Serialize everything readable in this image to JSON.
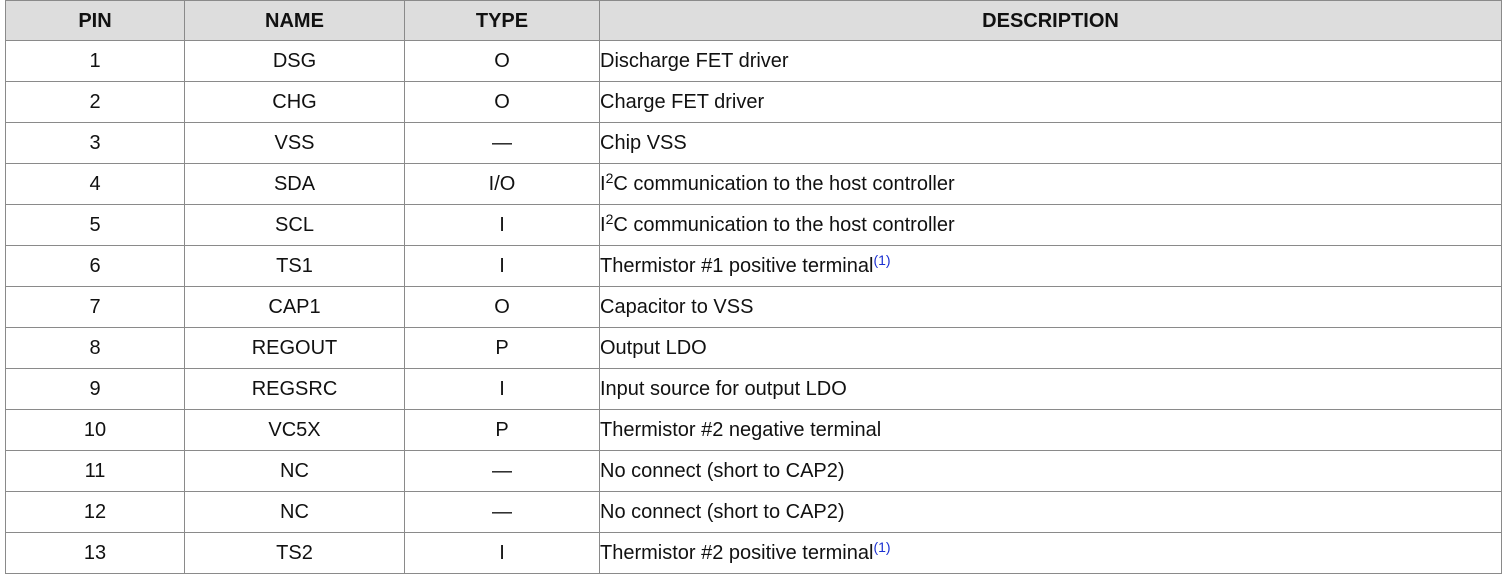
{
  "table": {
    "headers": {
      "pin": "PIN",
      "name": "NAME",
      "type": "TYPE",
      "description": "DESCRIPTION"
    },
    "rows": [
      {
        "pin": "1",
        "name": "DSG",
        "type": "O",
        "desc": "Discharge FET driver",
        "desc_sup": "",
        "desc_rest": "",
        "footnote": ""
      },
      {
        "pin": "2",
        "name": "CHG",
        "type": "O",
        "desc": "Charge FET driver",
        "desc_sup": "",
        "desc_rest": "",
        "footnote": ""
      },
      {
        "pin": "3",
        "name": "VSS",
        "type": "—",
        "desc": "Chip VSS",
        "desc_sup": "",
        "desc_rest": "",
        "footnote": ""
      },
      {
        "pin": "4",
        "name": "SDA",
        "type": "I/O",
        "desc": "I",
        "desc_sup": "2",
        "desc_rest": "C communication to the host controller",
        "footnote": ""
      },
      {
        "pin": "5",
        "name": "SCL",
        "type": "I",
        "desc": "I",
        "desc_sup": "2",
        "desc_rest": "C communication to the host controller",
        "footnote": ""
      },
      {
        "pin": "6",
        "name": "TS1",
        "type": "I",
        "desc": "Thermistor #1 positive terminal",
        "desc_sup": "",
        "desc_rest": "",
        "footnote": "(1)"
      },
      {
        "pin": "7",
        "name": "CAP1",
        "type": "O",
        "desc": "Capacitor to VSS",
        "desc_sup": "",
        "desc_rest": "",
        "footnote": ""
      },
      {
        "pin": "8",
        "name": "REGOUT",
        "type": "P",
        "desc": "Output LDO",
        "desc_sup": "",
        "desc_rest": "",
        "footnote": ""
      },
      {
        "pin": "9",
        "name": "REGSRC",
        "type": "I",
        "desc": "Input source for output LDO",
        "desc_sup": "",
        "desc_rest": "",
        "footnote": ""
      },
      {
        "pin": "10",
        "name": "VC5X",
        "type": "P",
        "desc": "Thermistor #2 negative terminal",
        "desc_sup": "",
        "desc_rest": "",
        "footnote": ""
      },
      {
        "pin": "11",
        "name": "NC",
        "type": "—",
        "desc": "No connect (short to CAP2)",
        "desc_sup": "",
        "desc_rest": "",
        "footnote": ""
      },
      {
        "pin": "12",
        "name": "NC",
        "type": "—",
        "desc": "No connect (short to CAP2)",
        "desc_sup": "",
        "desc_rest": "",
        "footnote": ""
      },
      {
        "pin": "13",
        "name": "TS2",
        "type": "I",
        "desc": "Thermistor #2 positive terminal",
        "desc_sup": "",
        "desc_rest": "",
        "footnote": "(1)"
      }
    ]
  },
  "colors": {
    "header_background": "#dddddd",
    "border": "#8a8a8a",
    "footnote_link": "#1a2fd1"
  }
}
